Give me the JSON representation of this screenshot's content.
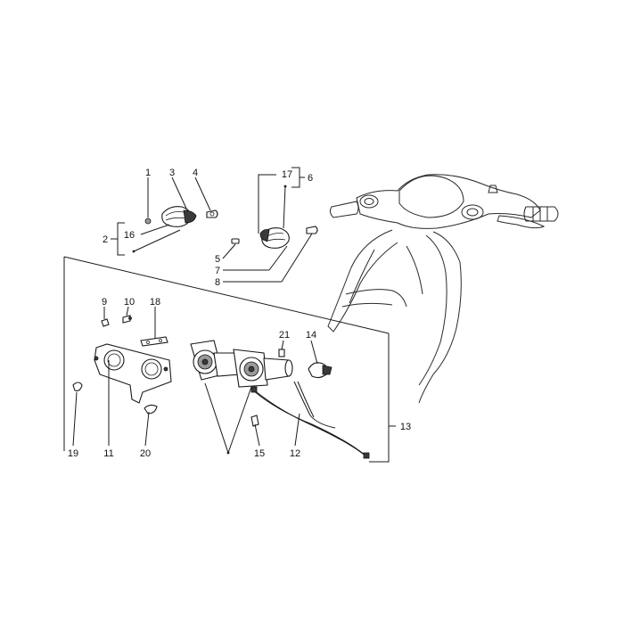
{
  "diagram": {
    "labels": {
      "p1": "1",
      "p2": "2",
      "p3": "3",
      "p4": "4",
      "p5": "5",
      "p6": "6",
      "p7": "7",
      "p8": "8",
      "p9": "9",
      "p10": "10",
      "p11": "11",
      "p12": "12",
      "p13": "13",
      "p14": "14",
      "p15": "15",
      "p16": "16",
      "p17": "17",
      "p18": "18",
      "p19": "19",
      "p20": "20",
      "p21": "21"
    }
  }
}
